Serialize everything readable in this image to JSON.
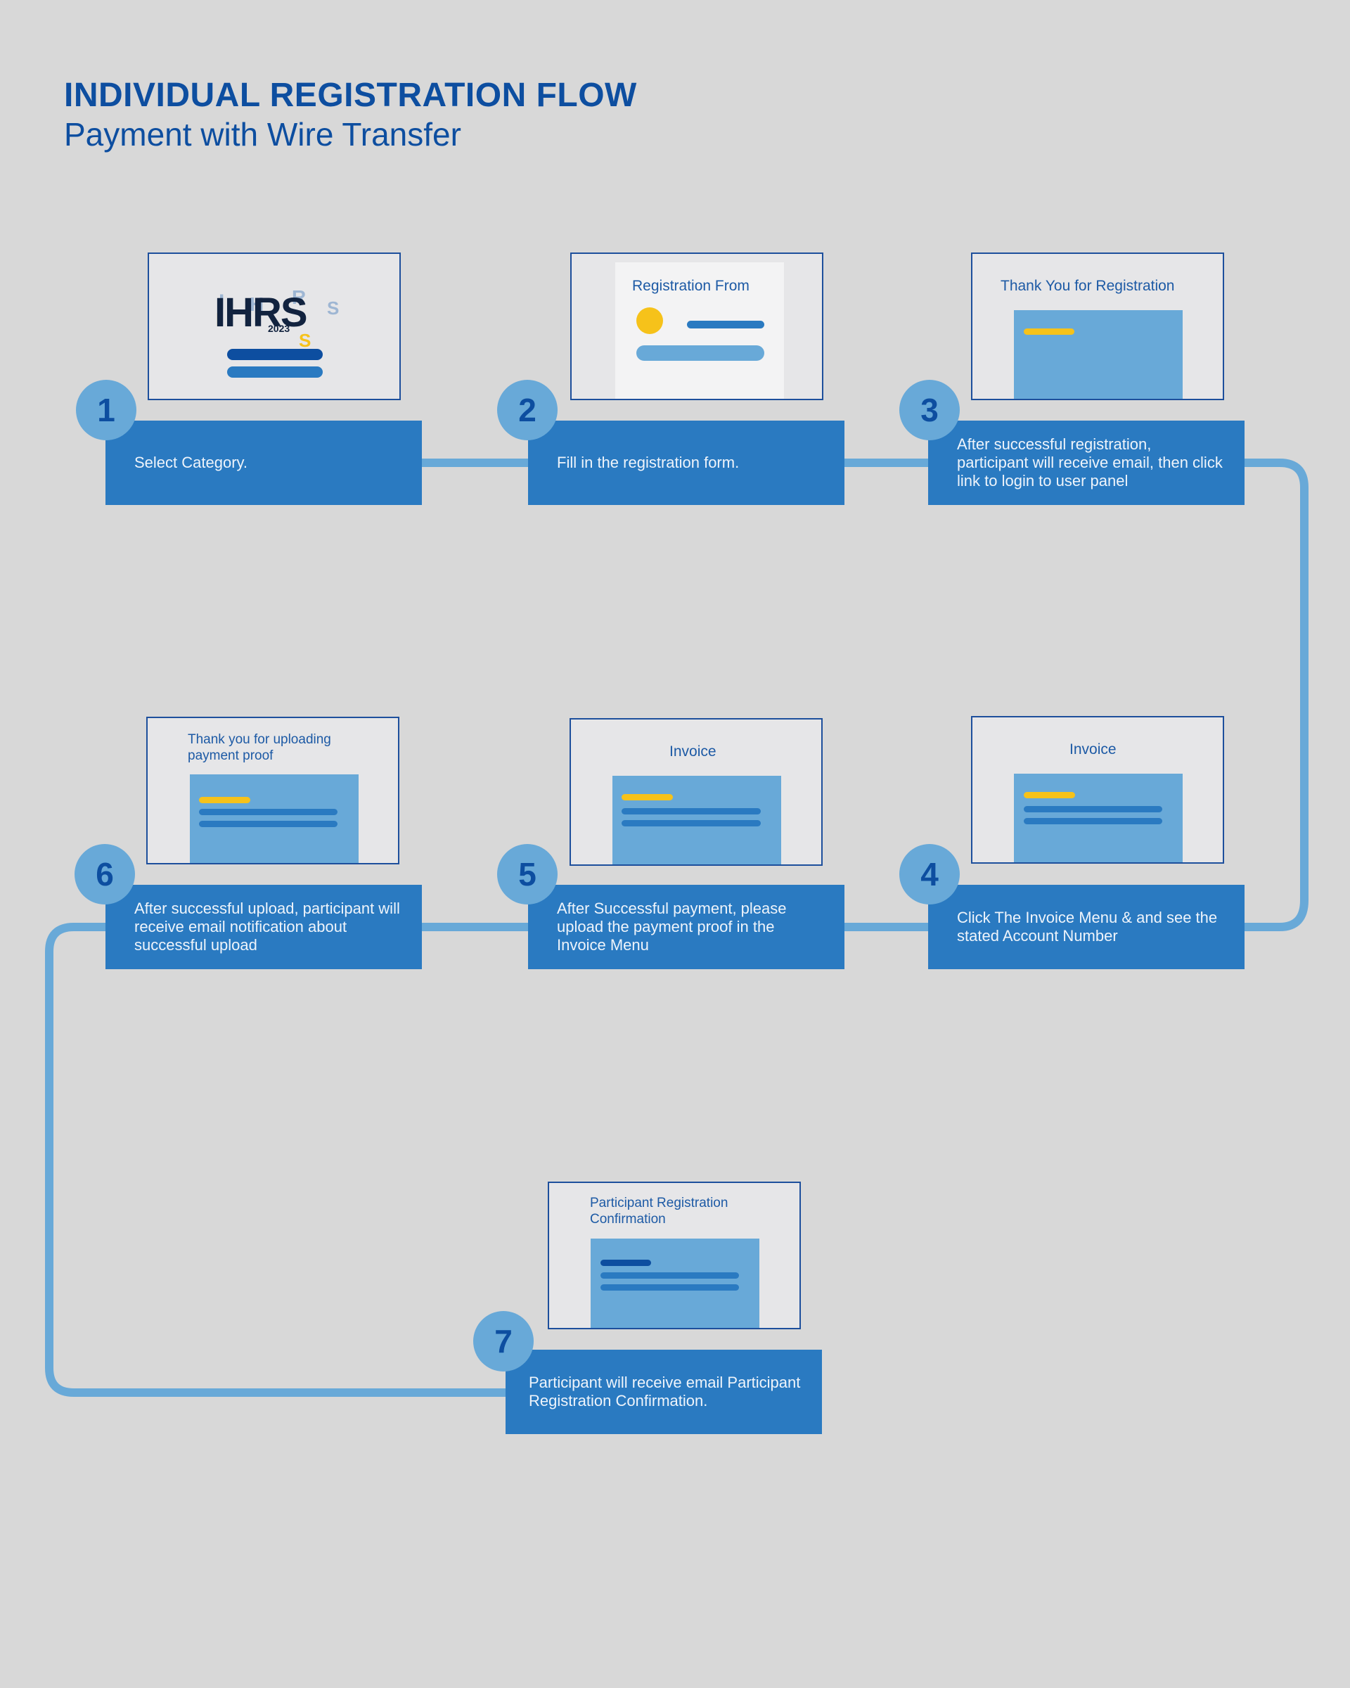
{
  "header": {
    "title": "INDIVIDUAL REGISTRATION FLOW",
    "subtitle": "Payment with Wire Transfer"
  },
  "colors": {
    "background": "#d8d8d8",
    "navy": "#0d4ea0",
    "blue": "#2a7ac1",
    "light_blue": "#68a9d8",
    "yellow": "#f6c21a"
  },
  "steps": [
    {
      "number": "1",
      "caption": "Select Category.",
      "screen_title": "",
      "logo_text": "IHRS",
      "logo_year": "2023"
    },
    {
      "number": "2",
      "caption": "Fill in the registration form.",
      "screen_title": "Registration From"
    },
    {
      "number": "3",
      "caption": "After successful registration, participant will receive email, then click link to login to user panel",
      "screen_title": "Thank You for Registration"
    },
    {
      "number": "4",
      "caption": "Click The Invoice Menu & and see the stated Account Number",
      "screen_title": "Invoice"
    },
    {
      "number": "5",
      "caption": "After Successful payment, please upload the payment proof in the Invoice Menu",
      "screen_title": "Invoice"
    },
    {
      "number": "6",
      "caption": "After successful upload, participant will receive email notification about successful upload",
      "screen_title": "Thank you for uploading payment proof"
    },
    {
      "number": "7",
      "caption": "Participant will receive email Participant Registration Confirmation.",
      "screen_title": "Participant Registration Confirmation"
    }
  ]
}
